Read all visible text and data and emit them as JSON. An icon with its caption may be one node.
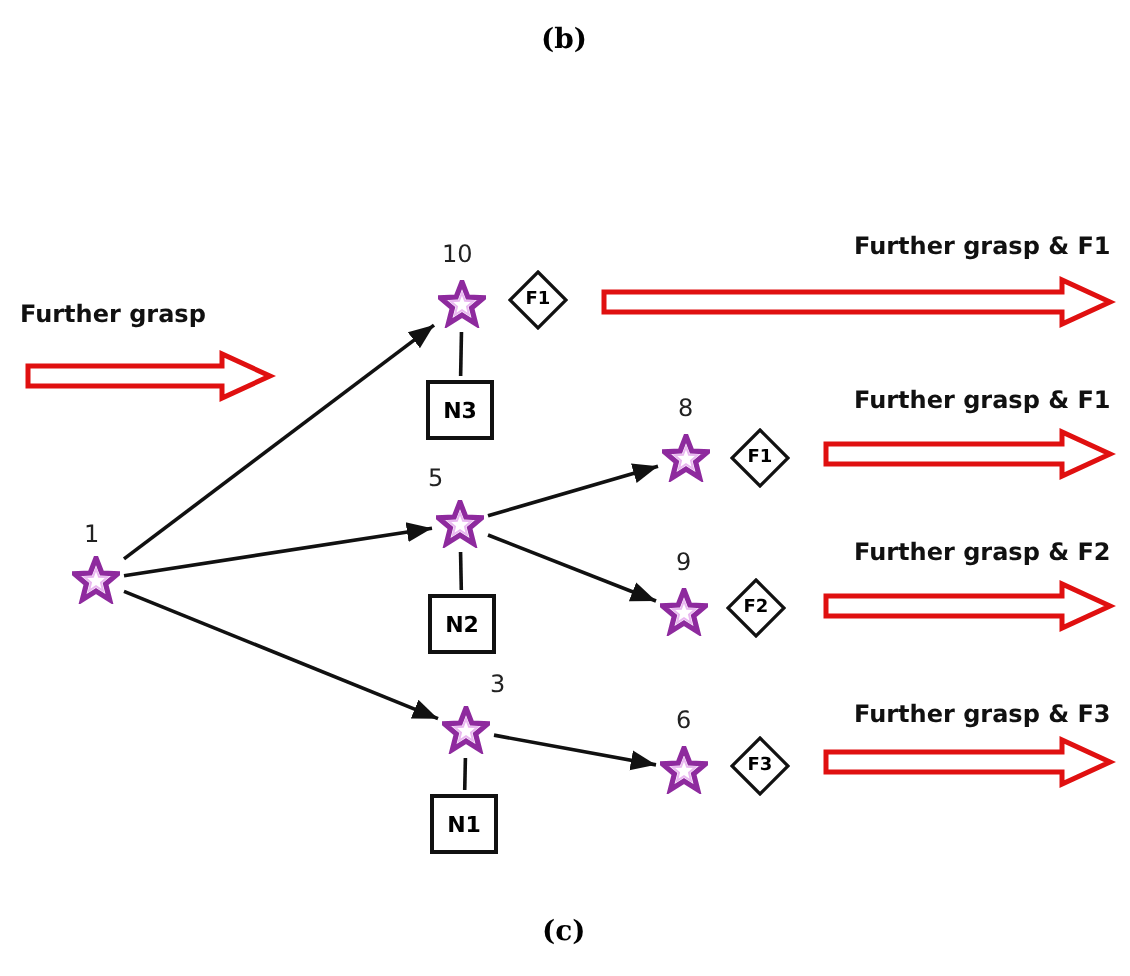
{
  "diagram": {
    "nodes": [
      {
        "text": [],
        "shape": "star",
        "beside": [
          "1"
        ]
      },
      {
        "text": [],
        "shape": "star",
        "beside": [
          "10"
        ]
      },
      {
        "text": [
          "F1"
        ]
      },
      {
        "text": [
          "N3"
        ]
      },
      {
        "text": [],
        "shape": "star",
        "beside": [
          "5"
        ]
      },
      {
        "text": [
          "N2"
        ]
      },
      {
        "text": [],
        "shape": "star",
        "beside": [
          "3"
        ]
      },
      {
        "text": [
          "N1"
        ]
      },
      {
        "text": [],
        "shape": "star",
        "beside": [
          "8"
        ]
      },
      {
        "text": [
          "F1"
        ]
      },
      {
        "text": [],
        "shape": "star",
        "beside": [
          "9"
        ]
      },
      {
        "text": [
          "F2"
        ]
      },
      {
        "text": [],
        "shape": "star",
        "beside": [
          "6"
        ]
      },
      {
        "text": [
          "F3"
        ]
      }
    ],
    "edges": [
      {
        "from": 0,
        "to": 1,
        "arrow": "to"
      },
      {
        "from": 0,
        "to": 4,
        "arrow": "to"
      },
      {
        "from": 0,
        "to": 6,
        "arrow": "to"
      },
      {
        "from": 1,
        "to": 3,
        "arrow": "none"
      },
      {
        "from": 4,
        "to": 5,
        "arrow": "none"
      },
      {
        "from": 6,
        "to": 7,
        "arrow": "none"
      },
      {
        "from": 4,
        "to": 8,
        "arrow": "to"
      },
      {
        "from": 4,
        "to": 10,
        "arrow": "to"
      },
      {
        "from": 6,
        "to": 12,
        "arrow": "to"
      }
    ],
    "labels": [
      "(b)",
      "Further grasp & F1",
      "Further grasp",
      "Further grasp & F1",
      "Further grasp & F2",
      "Further grasp & F3",
      "(c)"
    ]
  }
}
